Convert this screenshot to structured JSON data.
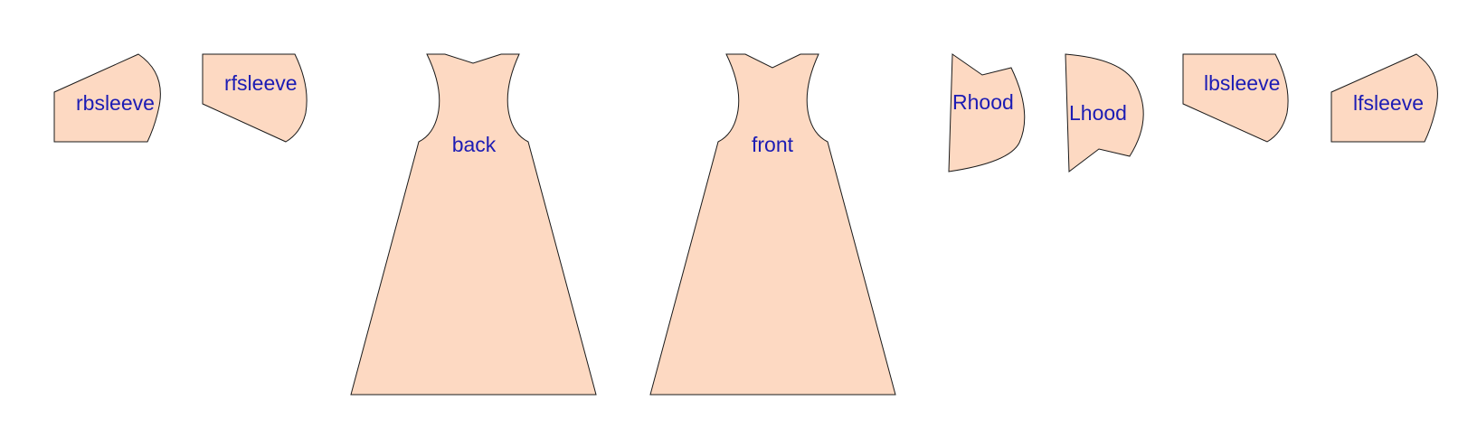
{
  "pattern": {
    "piece_fill": "#fdd9c2",
    "outline_color": "#1a1a1a",
    "label_color": "#1c1cb4",
    "pieces": [
      {
        "name": "rbsleeve"
      },
      {
        "name": "rfsleeve"
      },
      {
        "name": "back"
      },
      {
        "name": "front"
      },
      {
        "name": "Rhood"
      },
      {
        "name": "Lhood"
      },
      {
        "name": "lbsleeve"
      },
      {
        "name": "lfsleeve"
      }
    ]
  }
}
